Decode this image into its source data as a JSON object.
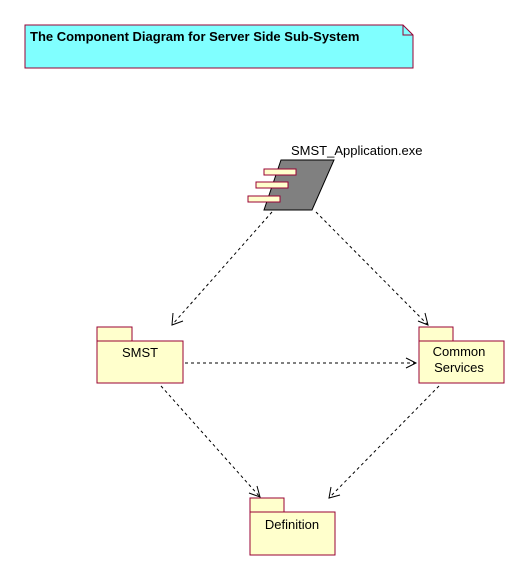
{
  "diagram": {
    "note_title": "The Component Diagram for Server Side Sub-System",
    "colors": {
      "note_fill": "#80ffff",
      "package_fill": "#ffffcc",
      "border": "#990033",
      "component_fill": "#808080"
    },
    "component": {
      "label": "SMST_Application.exe"
    },
    "packages": {
      "smst": "SMST",
      "common_line1": "Common",
      "common_line2": "Services",
      "definition": "Definition"
    }
  }
}
